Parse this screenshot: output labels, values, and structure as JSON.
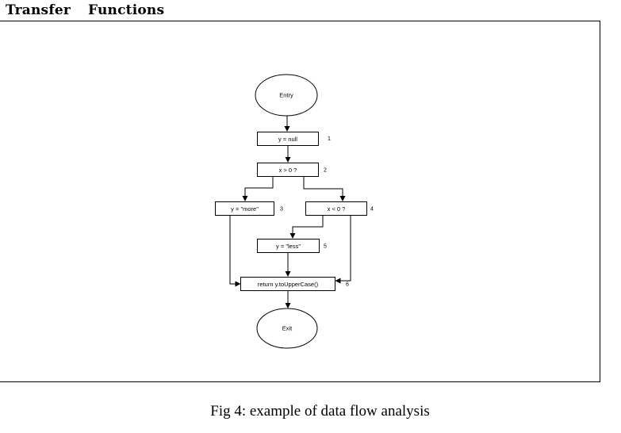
{
  "heading": {
    "word1": "Transfer",
    "word2": "Functions"
  },
  "caption": "Fig 4: example of data flow analysis",
  "flowchart": {
    "entry": "Entry",
    "exit": "Exit",
    "nodes": [
      {
        "label": "y = null",
        "number": "1"
      },
      {
        "label": "x > 0 ?",
        "number": "2"
      },
      {
        "label": "y = \"more\"",
        "number": "3"
      },
      {
        "label": "x < 0 ?",
        "number": "4"
      },
      {
        "label": "y = \"less\"",
        "number": "5"
      },
      {
        "label": "return y.toUpperCase()",
        "number": "6"
      }
    ]
  }
}
